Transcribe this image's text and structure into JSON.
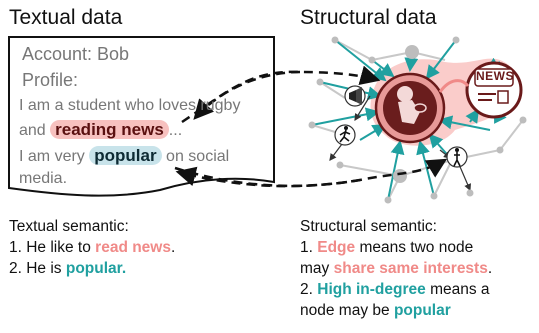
{
  "textual": {
    "title": "Textual data",
    "account": "Account: Bob",
    "profile": "Profile:",
    "line1": "I am a student who loves rugby",
    "line2_pre": "and",
    "line2_highlight": "reading news",
    "line2_post": "...",
    "line3_pre": "I am very",
    "line3_highlight": "popular",
    "line3_post": "on social",
    "line4": "media."
  },
  "structural": {
    "title": "Structural data",
    "news_badge": "NEWS"
  },
  "textual_semantic": {
    "heading": "Textual semantic:",
    "item1_pre": "1. He like to",
    "item1_em": "read news",
    "item1_post": ".",
    "item2_pre": "2. He is",
    "item2_em": "popular."
  },
  "structural_semantic": {
    "heading": "Structural semantic:",
    "item1_num": "1.",
    "item1_em": "Edge",
    "item1_rest": "means two node",
    "item1b_pre": "may",
    "item1b_em": "share same interests",
    "item1b_post": ".",
    "item2_num": "2.",
    "item2_em": "High in-degree",
    "item2_rest": "means a",
    "item2b_pre": "node may be",
    "item2b_em": "popular"
  },
  "colors": {
    "pink": "#f08a88",
    "teal": "#20a0a0",
    "dark_red": "#8a2a2a",
    "grey_node": "#bcbcbc"
  }
}
